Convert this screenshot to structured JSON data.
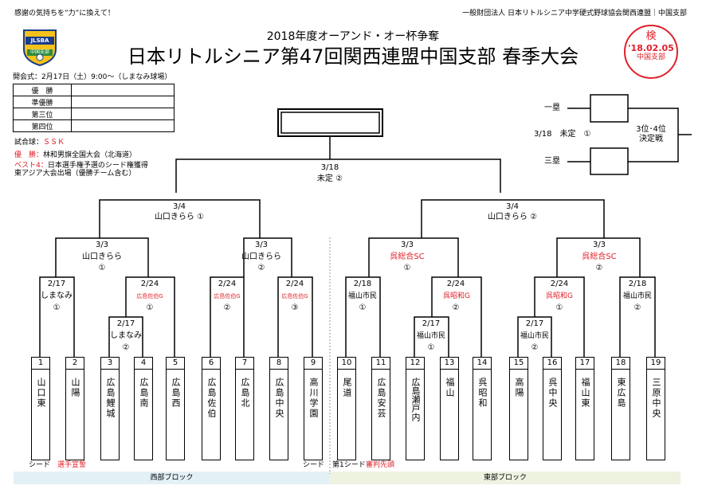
{
  "slogan": "感謝の気持ちを”力”に換えて！",
  "organizer": "一般財団法人 日本リトルシニア中学硬式野球協会関西連盟｜中国支部",
  "logo": {
    "text_top": "JLSBA",
    "text_bottom": "中国支部"
  },
  "subtitle": "2018年度オーアンド・オー杯争奪",
  "title": "日本リトルシニア第47回関西連盟中国支部 春季大会",
  "opening": "開会式：2月17日（土）9:00〜（しまなみ球場）",
  "stamp": {
    "top": "検",
    "date": "'18.02.05",
    "bottom": "中国支部"
  },
  "results": [
    {
      "label": "優　勝",
      "value": ""
    },
    {
      "label": "準優勝",
      "value": ""
    },
    {
      "label": "第三位",
      "value": ""
    },
    {
      "label": "第四位",
      "value": ""
    }
  ],
  "ball": {
    "label": "試合球：",
    "value": "ＳＳＫ"
  },
  "winner_note": {
    "label": "優　勝：",
    "value": "林和男旗全国大会（北海道）"
  },
  "best4_note": {
    "label": "ベスト4：",
    "value": "日本選手権予選のシード権獲得",
    "line2": "東アジア大会出場（優勝チーム含む）"
  },
  "third_place": {
    "first": "一塁",
    "third": "三塁",
    "date": "3/18　未定　①",
    "label1": "3位･4位",
    "label2": "決定戦"
  },
  "final": {
    "date": "3/18",
    "venue": "未定 ②"
  },
  "semis": [
    {
      "date": "3/4",
      "venue": "山口きらら ①"
    },
    {
      "date": "3/4",
      "venue": "山口きらら ②"
    }
  ],
  "quarters": [
    {
      "date": "3/3",
      "venue": "山口きらら",
      "court": "①"
    },
    {
      "date": "3/3",
      "venue": "山口きらら",
      "court": "②"
    },
    {
      "date": "3/3",
      "venue": "呉総合SC",
      "court": "①"
    },
    {
      "date": "3/3",
      "venue": "呉総合SC",
      "court": "②"
    }
  ],
  "r2": [
    {
      "date": "2/17",
      "venue": "しまなみ",
      "court": "①"
    },
    {
      "date": "2/24",
      "venue": "広島佐伯G",
      "court": "①"
    },
    {
      "date": "2/24",
      "venue": "広島佐伯G",
      "court": "②"
    },
    {
      "date": "2/24",
      "venue": "広島佐伯G",
      "court": "③"
    },
    {
      "date": "2/18",
      "venue": "福山市民",
      "court": "①"
    },
    {
      "date": "2/24",
      "venue": "呉昭和G",
      "court": "②"
    },
    {
      "date": "2/24",
      "venue": "呉昭和G",
      "court": "①"
    },
    {
      "date": "2/18",
      "venue": "福山市民",
      "court": "②"
    }
  ],
  "r1": [
    {
      "date": "2/17",
      "venue": "しまなみ",
      "court": "②"
    },
    {
      "date": "2/17",
      "venue": "福山市民",
      "court": "①"
    },
    {
      "date": "2/17",
      "venue": "福山市民",
      "court": "②"
    }
  ],
  "teams": [
    {
      "num": "1",
      "name": "山口東"
    },
    {
      "num": "2",
      "name": "山陽"
    },
    {
      "num": "3",
      "name": "広島鯉城"
    },
    {
      "num": "4",
      "name": "広島南"
    },
    {
      "num": "5",
      "name": "広島西"
    },
    {
      "num": "6",
      "name": "広島佐伯"
    },
    {
      "num": "7",
      "name": "広島北"
    },
    {
      "num": "8",
      "name": "広島中央"
    },
    {
      "num": "9",
      "name": "高川学園"
    },
    {
      "num": "10",
      "name": "尾道"
    },
    {
      "num": "11",
      "name": "広島安芸"
    },
    {
      "num": "12",
      "name": "広島瀬戸内"
    },
    {
      "num": "13",
      "name": "福山"
    },
    {
      "num": "14",
      "name": "呉昭和"
    },
    {
      "num": "15",
      "name": "高陽"
    },
    {
      "num": "16",
      "name": "呉中央"
    },
    {
      "num": "17",
      "name": "福山東"
    },
    {
      "num": "18",
      "name": "東広島"
    },
    {
      "num": "19",
      "name": "三原中央"
    }
  ],
  "seed_left": "シード",
  "oath_left": "選手宣誓",
  "seed_right": "シード",
  "seed_first": "第1シード",
  "oath_right": "審判先頭",
  "block_west": "西部ブロック",
  "block_east": "東部ブロック",
  "colors": {
    "accent": "#e0202a",
    "west_bg": "#e3f1f7",
    "east_bg": "#eef3e1"
  }
}
